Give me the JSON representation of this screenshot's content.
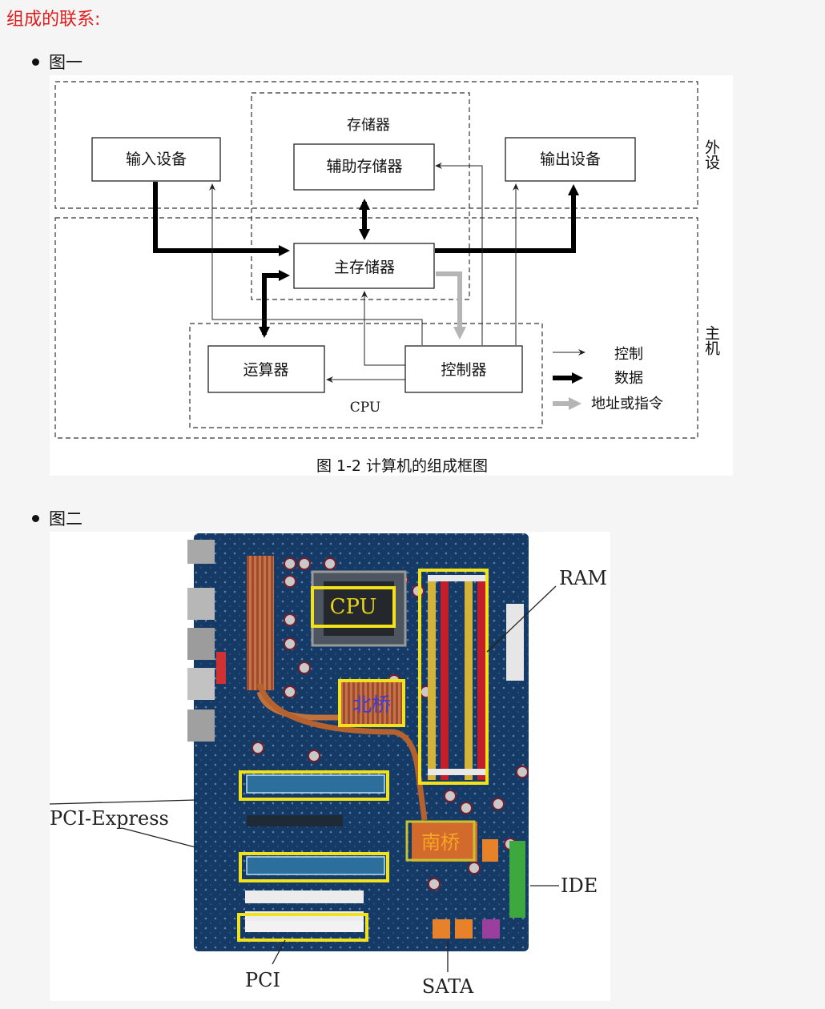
{
  "heading": "组成的联系:",
  "items": [
    {
      "label": "图一"
    },
    {
      "label": "图二"
    }
  ],
  "figure1": {
    "peripheral_label": "外设",
    "host_label": "主机",
    "storage_label": "存储器",
    "input_device": "输入设备",
    "aux_storage": "辅助存储器",
    "output_device": "输出设备",
    "main_memory": "主存储器",
    "alu": "运算器",
    "controller": "控制器",
    "cpu_label": "CPU",
    "legend": {
      "control": "控制",
      "data": "数据",
      "address": "地址或指令"
    },
    "caption": "图 1-2   计算机的组成框图"
  },
  "figure2": {
    "labels": {
      "ram": "RAM",
      "cpu": "CPU",
      "north_bridge": "北桥",
      "south_bridge": "南桥",
      "pci_express": "PCI-Express",
      "ide": "IDE",
      "pci": "PCI",
      "sata": "SATA"
    },
    "colors": {
      "board": "#163a66",
      "highlight": "#f2e21b",
      "ram_red": "#c41e2a",
      "ram_yellow": "#d9b12a"
    }
  }
}
